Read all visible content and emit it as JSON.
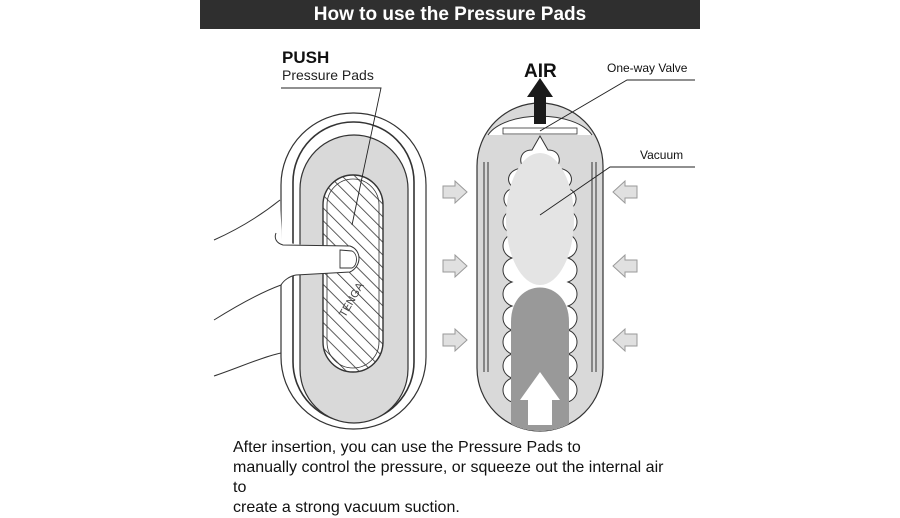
{
  "banner": {
    "title": "How to use the Pressure Pads"
  },
  "left_figure": {
    "action_label": "PUSH",
    "part_label": "Pressure Pads",
    "brand_mark": "TENGA"
  },
  "right_figure": {
    "flow_label": "AIR",
    "valve_label": "One-way Valve",
    "vacuum_label": "Vacuum"
  },
  "caption": {
    "lines": [
      "After insertion, you can use the Pressure Pads to",
      "manually control the pressure, or squeeze out the internal air to",
      "create a strong vacuum suction."
    ]
  },
  "colors": {
    "banner_bg": "#2f2f2f",
    "banner_text": "#ffffff",
    "body_fill": "#d9d9d9",
    "vacuum_fill": "#e4e4e4",
    "insert_fill": "#999999",
    "arrow_fill": "#e0e0e0",
    "air_arrow": "#1a1a1a"
  }
}
